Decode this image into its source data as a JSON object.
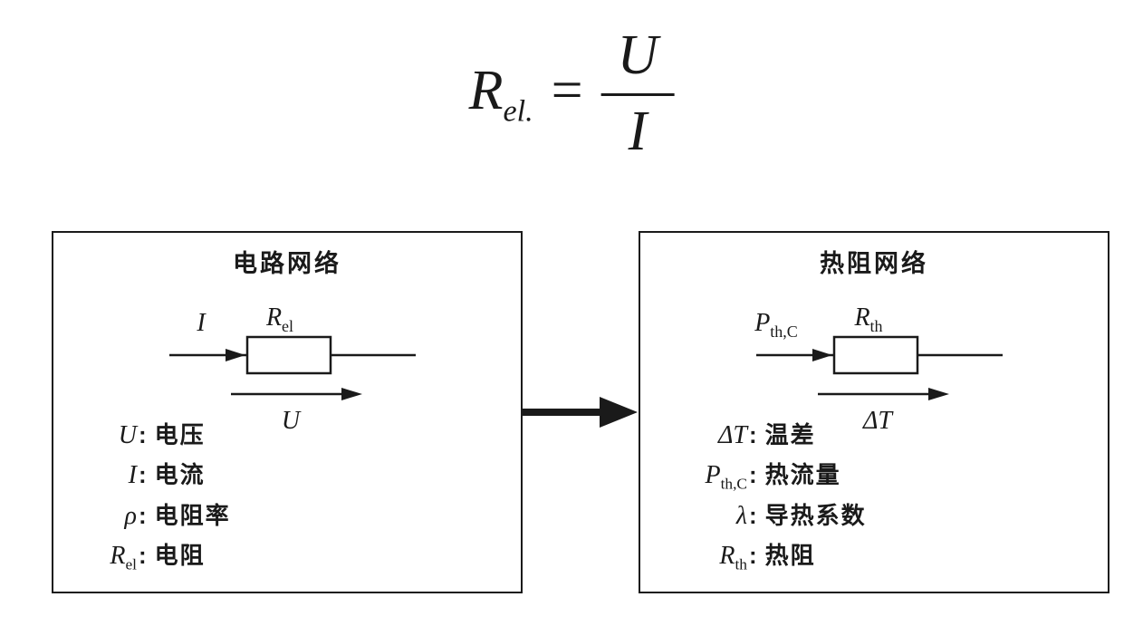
{
  "colon": ":",
  "icons": {
    "transform_arrow": "arrow-right-icon",
    "current_arrow": "arrow-right-icon",
    "flow_arrow": "arrow-right-icon"
  },
  "formula": {
    "lhs_base": "R",
    "lhs_sub": "el.",
    "equals": "=",
    "numerator": "U",
    "denominator": "I"
  },
  "left_box": {
    "title": "电路网络",
    "circuit": {
      "current_label": "I",
      "resistor_base": "R",
      "resistor_sub": "el",
      "flow_label": "U"
    },
    "legend": [
      {
        "base": "U",
        "sub": "",
        "desc": "电压"
      },
      {
        "base": "I",
        "sub": "",
        "desc": "电流"
      },
      {
        "base": "ρ",
        "sub": "",
        "desc": "电阻率"
      },
      {
        "base": "R",
        "sub": "el",
        "desc": "电阻"
      }
    ]
  },
  "right_box": {
    "title": "热阻网络",
    "circuit": {
      "current_base": "P",
      "current_sub": "th,C",
      "resistor_base": "R",
      "resistor_sub": "th",
      "flow_label": "ΔT"
    },
    "legend": [
      {
        "base": "ΔT",
        "sub": "",
        "desc": "温差"
      },
      {
        "base": "P",
        "sub": "th,C",
        "desc": "热流量"
      },
      {
        "base": "λ",
        "sub": "",
        "desc": "导热系数"
      },
      {
        "base": "R",
        "sub": "th",
        "desc": "热阻"
      }
    ]
  }
}
